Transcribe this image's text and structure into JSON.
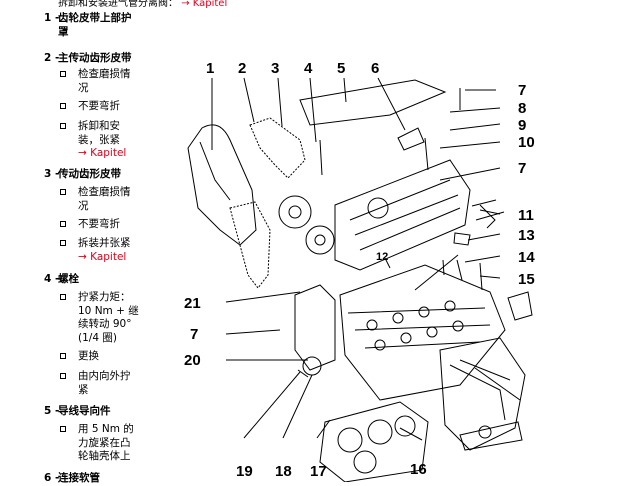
{
  "header_cut": {
    "text": "拆卸和安装进气管分离阀：",
    "link": "→ Kapitel"
  },
  "sections": [
    {
      "num": "1 -",
      "title_lines": [
        "齿轮皮带上部护",
        "罩"
      ],
      "bullets": []
    },
    {
      "num": "2 -",
      "title_lines": [
        "主传动齿形皮带"
      ],
      "bullets": [
        {
          "lines": [
            "检查磨损情",
            "况"
          ]
        },
        {
          "lines": [
            "不要弯折"
          ]
        },
        {
          "lines": [
            "拆卸和安",
            "装，张紧"
          ],
          "link": "→ Kapitel"
        }
      ]
    },
    {
      "num": "3 -",
      "title_lines": [
        "传动齿形皮带"
      ],
      "bullets": [
        {
          "lines": [
            "检查磨损情",
            "况"
          ]
        },
        {
          "lines": [
            "不要弯折"
          ]
        },
        {
          "lines": [
            "拆装并张紧"
          ],
          "link": "→ Kapitel"
        }
      ]
    },
    {
      "num": "4 -",
      "title_lines": [
        "螺栓"
      ],
      "bullets": [
        {
          "lines": [
            "拧紧力矩：",
            "10 Nm + 继",
            "续转动 90°",
            "(1/4 圈)"
          ]
        },
        {
          "lines": [
            "更换"
          ]
        },
        {
          "lines": [
            "由内向外拧",
            "紧"
          ]
        }
      ]
    },
    {
      "num": "5 -",
      "title_lines": [
        "导线导向件"
      ],
      "bullets": [
        {
          "lines": [
            "用 5 Nm 的",
            "力旋紧在凸",
            "轮轴壳体上"
          ]
        }
      ]
    },
    {
      "num": "6 -",
      "title_lines": [
        "连接软管"
      ],
      "bullets": []
    }
  ],
  "callouts": [
    "1",
    "2",
    "3",
    "4",
    "5",
    "6",
    "7",
    "8",
    "9",
    "10",
    "7",
    "11",
    "13",
    "14",
    "15",
    "21",
    "7",
    "20",
    "12",
    "19",
    "18",
    "17",
    "16"
  ],
  "colors": {
    "text": "#000000",
    "link": "#e0001b",
    "line": "#000000"
  }
}
